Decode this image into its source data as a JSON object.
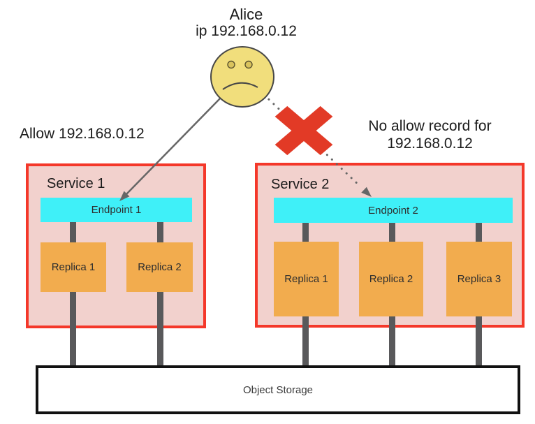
{
  "actor": {
    "name": "Alice",
    "ip_label": "ip 192.168.0.12"
  },
  "annotations": {
    "allow_rule": "Allow 192.168.0.12",
    "no_allow_line1": "No allow record for",
    "no_allow_line2": "192.168.0.12"
  },
  "services": [
    {
      "name": "Service 1",
      "endpoint": "Endpoint 1",
      "replicas": [
        "Replica 1",
        "Replica 2"
      ]
    },
    {
      "name": "Service 2",
      "endpoint": "Endpoint 2",
      "replicas": [
        "Replica 1",
        "Replica 2",
        "Replica 3"
      ]
    }
  ],
  "storage": {
    "label": "Object Storage"
  },
  "icons": {
    "sad_face": "sad-face-icon",
    "blocked_x": "blocked-x-icon"
  },
  "colors": {
    "service_fill": "#F2D1CD",
    "service_border": "#F4382A",
    "endpoint_fill": "#3FF0F8",
    "replica_fill": "#F2AC4E",
    "storage_border": "#111111",
    "line_gray": "#59595B",
    "arrow_gray": "#666666",
    "x_red": "#E23A26",
    "face_fill": "#F1DE7C",
    "eye_fill": "#D9C35D"
  }
}
